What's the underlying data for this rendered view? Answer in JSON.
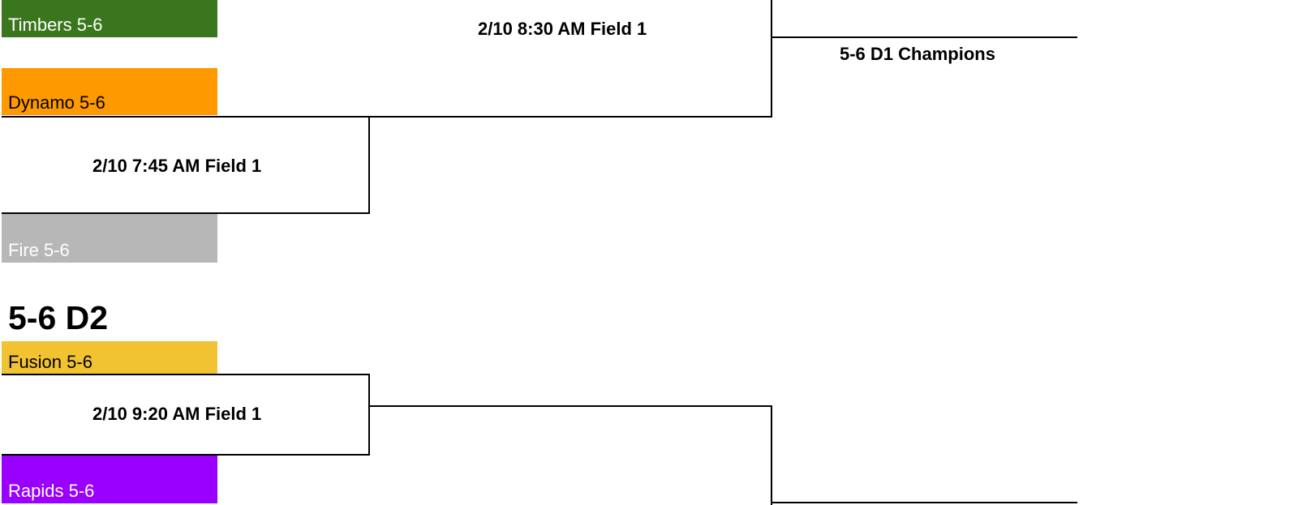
{
  "colors": {
    "timbers": "#3a761d",
    "dynamo": "#ff9900",
    "fire": "#b7b7b7",
    "fusion": "#f1c232",
    "rapids": "#9900ff"
  },
  "division1": {
    "teams": {
      "timbers": "Timbers 5-6",
      "dynamo": "Dynamo 5-6",
      "fire": "Fire 5-6"
    },
    "matches": {
      "semi": "2/10 7:45 AM Field 1",
      "final": "2/10 8:30 AM Field 1"
    },
    "champion_label": "5-6 D1 Champions"
  },
  "division2": {
    "title": "5-6 D2",
    "teams": {
      "fusion": "Fusion 5-6",
      "rapids": "Rapids 5-6"
    },
    "matches": {
      "semi": "2/10 9:20 AM Field 1"
    }
  }
}
